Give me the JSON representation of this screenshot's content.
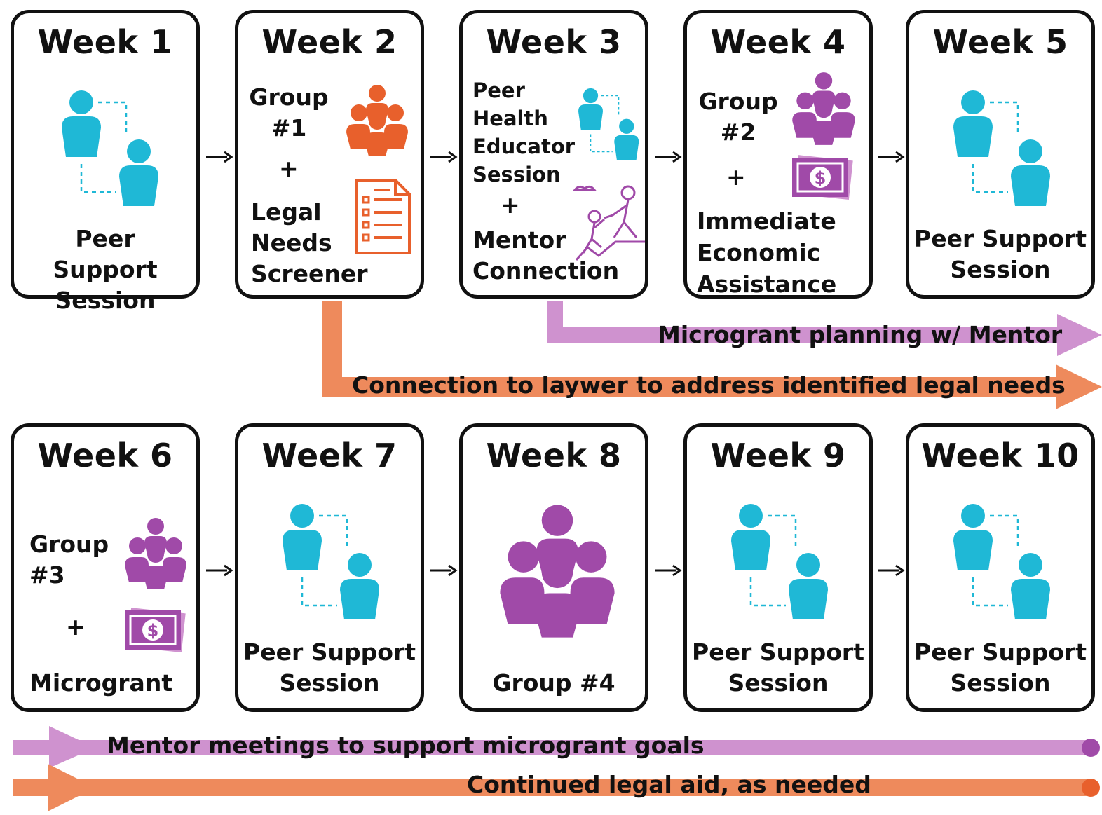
{
  "colors": {
    "teal": "#1fb8d6",
    "purple": "#a04aa8",
    "orange": "#e8602c",
    "band_purple": "#cf92cf",
    "band_orange": "#ee8a5c"
  },
  "weeks": [
    {
      "title": "Week 1",
      "text": "Peer Support Session",
      "icon": "peer-support-icon"
    },
    {
      "title": "Week 2",
      "group": "Group #1",
      "plus": "+",
      "extra": "Legal Needs Screener",
      "icons": [
        "group-icon",
        "checklist-icon"
      ]
    },
    {
      "title": "Week 3",
      "lines": [
        "Peer",
        "Health",
        "Educator",
        "Session"
      ],
      "plus": "+",
      "extra": "Mentor Connection",
      "icons": [
        "peer-support-icon",
        "mentor-icon"
      ]
    },
    {
      "title": "Week 4",
      "group": "Group #2",
      "plus": "+",
      "extra": "Immediate Economic Assistance",
      "icons": [
        "group-icon",
        "money-icon"
      ]
    },
    {
      "title": "Week 5",
      "text": "Peer Support Session",
      "icon": "peer-support-icon"
    },
    {
      "title": "Week 6",
      "group": "Group #3",
      "plus": "+",
      "extra": "Microgrant",
      "icons": [
        "group-icon",
        "money-icon"
      ]
    },
    {
      "title": "Week 7",
      "text": "Peer Support Session",
      "icon": "peer-support-icon"
    },
    {
      "title": "Week 8",
      "text": "Group #4",
      "icon": "group-icon"
    },
    {
      "title": "Week 9",
      "text": "Peer Support Session",
      "icon": "peer-support-icon"
    },
    {
      "title": "Week 10",
      "text": "Peer Support Session",
      "icon": "peer-support-icon"
    }
  ],
  "bands": {
    "microgrant_planning": "Microgrant planning w/ Mentor",
    "lawyer_connection": "Connection to laywer to address identified legal needs",
    "mentor_meetings": "Mentor meetings to support microgrant goals",
    "legal_aid": "Continued legal aid, as needed"
  }
}
